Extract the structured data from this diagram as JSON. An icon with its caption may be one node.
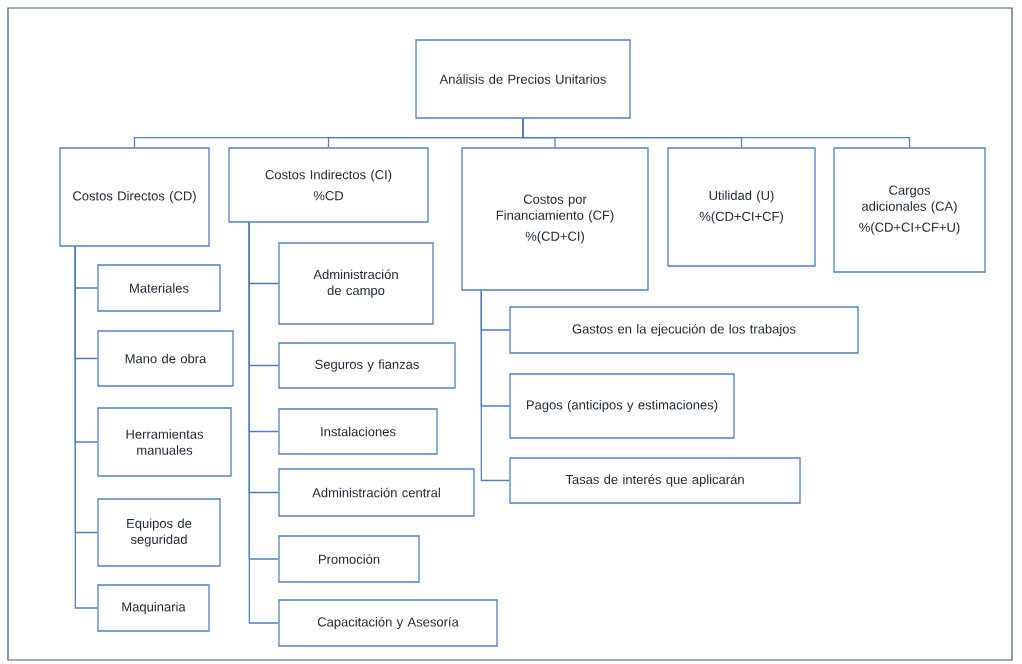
{
  "diagram": {
    "nodes": [
      {
        "text": [
          "Análisis de Precios Unitarios"
        ]
      },
      {
        "text": [
          "Costos Directos (CD)"
        ]
      },
      {
        "text": [
          "Costos Indirectos (CI)",
          "%CD"
        ]
      },
      {
        "text": [
          "Costos por Financiamiento (CF)",
          "%(CD+CI)"
        ]
      },
      {
        "text": [
          "Utilidad (U)",
          "%(CD+CI+CF)"
        ]
      },
      {
        "text": [
          "Cargos adicionales (CA)",
          "%(CD+CI+CF+U)"
        ]
      },
      {
        "text": [
          "Materiales"
        ]
      },
      {
        "text": [
          "Mano de obra"
        ]
      },
      {
        "text": [
          "Herramientas manuales"
        ]
      },
      {
        "text": [
          "Equipos de seguridad"
        ]
      },
      {
        "text": [
          "Maquinaria"
        ]
      },
      {
        "text": [
          "Administración de campo"
        ]
      },
      {
        "text": [
          "Seguros y fianzas"
        ]
      },
      {
        "text": [
          "Instalaciones"
        ]
      },
      {
        "text": [
          "Administración central"
        ]
      },
      {
        "text": [
          "Promoción"
        ]
      },
      {
        "text": [
          "Capacitación y Asesoría"
        ]
      },
      {
        "text": [
          "Gastos en la ejecución de los trabajos"
        ]
      },
      {
        "text": [
          "Pagos (anticipos y estimaciones)"
        ]
      },
      {
        "text": [
          "Tasas de interés que aplicarán"
        ]
      }
    ],
    "edges": [
      {
        "from": 0,
        "to": 1,
        "arrow": "none"
      },
      {
        "from": 0,
        "to": 2,
        "arrow": "none"
      },
      {
        "from": 0,
        "to": 3,
        "arrow": "none"
      },
      {
        "from": 0,
        "to": 4,
        "arrow": "none"
      },
      {
        "from": 0,
        "to": 5,
        "arrow": "none"
      },
      {
        "from": 1,
        "to": 6,
        "arrow": "none"
      },
      {
        "from": 1,
        "to": 7,
        "arrow": "none"
      },
      {
        "from": 1,
        "to": 8,
        "arrow": "none"
      },
      {
        "from": 1,
        "to": 9,
        "arrow": "none"
      },
      {
        "from": 1,
        "to": 10,
        "arrow": "none"
      },
      {
        "from": 2,
        "to": 11,
        "arrow": "none"
      },
      {
        "from": 2,
        "to": 12,
        "arrow": "none"
      },
      {
        "from": 2,
        "to": 13,
        "arrow": "none"
      },
      {
        "from": 2,
        "to": 14,
        "arrow": "none"
      },
      {
        "from": 2,
        "to": 15,
        "arrow": "none"
      },
      {
        "from": 2,
        "to": 16,
        "arrow": "none"
      },
      {
        "from": 3,
        "to": 17,
        "arrow": "none"
      },
      {
        "from": 3,
        "to": 18,
        "arrow": "none"
      },
      {
        "from": 3,
        "to": 19,
        "arrow": "none"
      }
    ]
  }
}
